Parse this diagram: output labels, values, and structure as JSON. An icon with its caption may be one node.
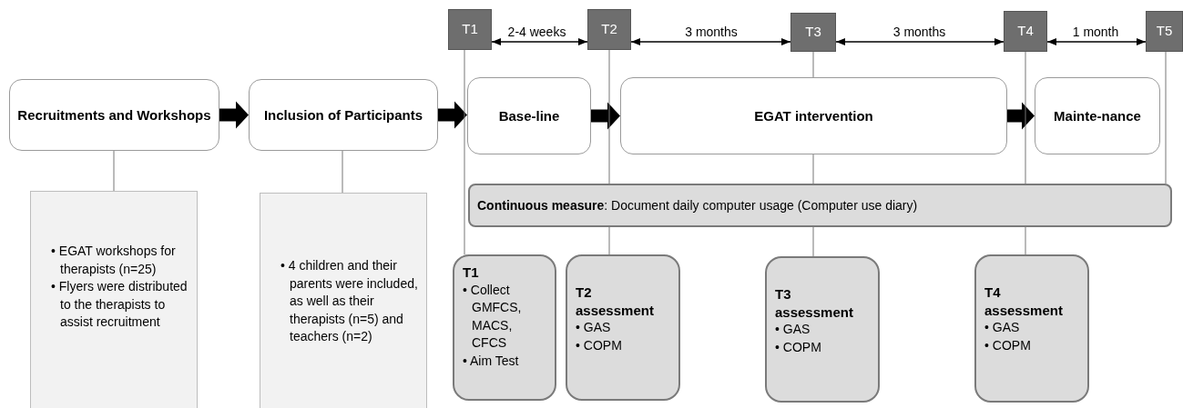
{
  "diagram": {
    "nodes": [
      {
        "text": [
          "Recruitments and Workshops"
        ]
      },
      {
        "text": [
          "Inclusion of Participants"
        ]
      },
      {
        "text": [
          "Base-line"
        ]
      },
      {
        "text": [
          "EGAT intervention"
        ]
      },
      {
        "text": [
          "Mainte-nance"
        ]
      },
      {
        "text": [
          "• EGAT workshops for therapists (n=25)",
          "• Flyers were distributed to the therapists to assist recruitment"
        ]
      },
      {
        "text": [
          "• 4 children and their parents were included, as well as their therapists (n=5) and teachers (n=2)"
        ]
      },
      {
        "text": [
          "T1"
        ]
      },
      {
        "text": [
          "T2"
        ]
      },
      {
        "text": [
          "T3"
        ]
      },
      {
        "text": [
          "T4"
        ]
      },
      {
        "text": [
          "T5"
        ]
      },
      {
        "text": [
          "**Continuous measure**: Document daily computer usage (Computer use diary)"
        ]
      },
      {
        "text": [
          "T1",
          "• Collect GMFCS, MACS, CFCS",
          "• Aim Test"
        ]
      },
      {
        "text": [
          "T2 assessment",
          "• GAS",
          "• COPM"
        ]
      },
      {
        "text": [
          "T3 assessment",
          "• GAS",
          "• COPM"
        ]
      },
      {
        "text": [
          "T4 assessment",
          "• GAS",
          "• COPM"
        ]
      }
    ],
    "edges": [
      {
        "from": 0,
        "to": 1,
        "arrow": "to",
        "style": "thick"
      },
      {
        "from": 1,
        "to": 2,
        "arrow": "to",
        "style": "thick"
      },
      {
        "from": 2,
        "to": 3,
        "arrow": "to",
        "style": "thick"
      },
      {
        "from": 3,
        "to": 4,
        "arrow": "to",
        "style": "thick"
      },
      {
        "from": 0,
        "to": 5,
        "arrow": "none"
      },
      {
        "from": 1,
        "to": 6,
        "arrow": "none"
      },
      {
        "from": 7,
        "to": 13,
        "arrow": "none"
      },
      {
        "from": 8,
        "to": 12,
        "arrow": "none"
      },
      {
        "from": 12,
        "to": 14,
        "arrow": "none"
      },
      {
        "from": 9,
        "to": 3,
        "arrow": "none"
      },
      {
        "from": 3,
        "to": 12,
        "arrow": "none"
      },
      {
        "from": 12,
        "to": 15,
        "arrow": "none"
      },
      {
        "from": 10,
        "to": 12,
        "arrow": "none"
      },
      {
        "from": 12,
        "to": 16,
        "arrow": "none"
      },
      {
        "from": 11,
        "to": 12,
        "arrow": "none"
      },
      {
        "from": 7,
        "to": 8,
        "arrow": "both",
        "label": "2-4 weeks",
        "color": "#000000"
      },
      {
        "from": 8,
        "to": 9,
        "arrow": "both",
        "label": "3 months",
        "color": "#000000"
      },
      {
        "from": 9,
        "to": 10,
        "arrow": "both",
        "label": "3 months",
        "color": "#000000"
      },
      {
        "from": 10,
        "to": 11,
        "arrow": "both",
        "label": "1 month",
        "color": "#000000"
      }
    ]
  }
}
